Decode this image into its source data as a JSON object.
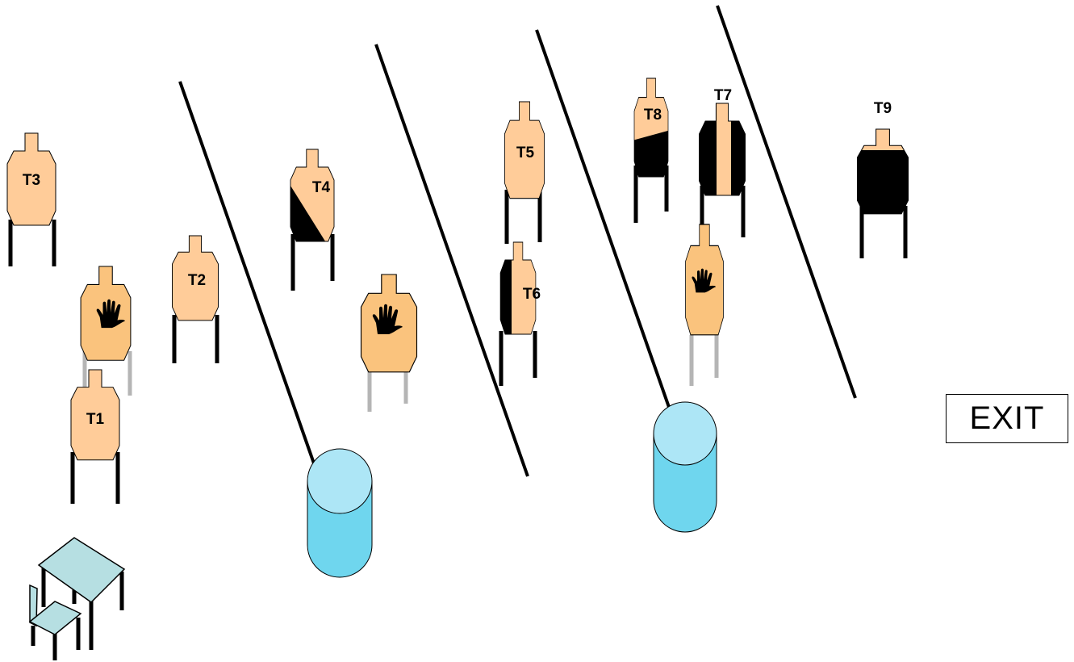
{
  "diagram": {
    "exit_label": "EXIT",
    "targets": [
      {
        "id": "T1",
        "label": "T1",
        "kind": "shoot"
      },
      {
        "id": "T2",
        "label": "T2",
        "kind": "shoot"
      },
      {
        "id": "T3",
        "label": "T3",
        "kind": "shoot"
      },
      {
        "id": "T4",
        "label": "T4",
        "kind": "partial-diagonal"
      },
      {
        "id": "T5",
        "label": "T5",
        "kind": "shoot"
      },
      {
        "id": "T6",
        "label": "T6",
        "kind": "partial-left"
      },
      {
        "id": "T7",
        "label": "T7",
        "kind": "partial-sides"
      },
      {
        "id": "T8",
        "label": "T8",
        "kind": "partial-bottom"
      },
      {
        "id": "T9",
        "label": "T9",
        "kind": "mostly-black"
      }
    ],
    "no_shoots": [
      {
        "id": "NS1",
        "icon": "hand-icon"
      },
      {
        "id": "NS2",
        "icon": "hand-icon"
      },
      {
        "id": "NS3",
        "icon": "hand-icon"
      }
    ],
    "barrels": [
      {
        "id": "barrel-1"
      },
      {
        "id": "barrel-2"
      }
    ],
    "colors": {
      "target": "#FFCC99",
      "no_shoot": "#FAC37D",
      "barrel_top": "#ADE6F6",
      "barrel_body": "#6FD6EE",
      "table": "#B6DFE2"
    }
  }
}
